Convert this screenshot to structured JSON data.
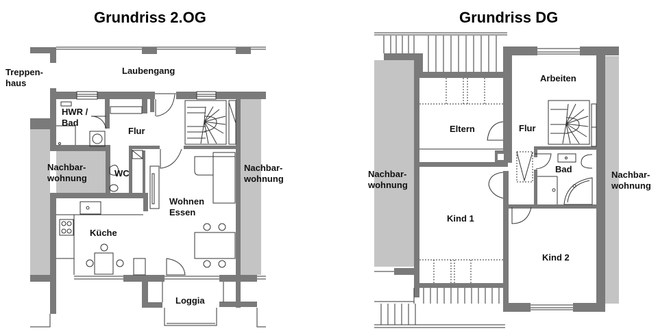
{
  "plans": [
    {
      "title": "Grundriss 2.OG",
      "rooms": {
        "treppenhaus": "Treppen-\nhaus",
        "laubengang": "Laubengang",
        "hwr_bad": "HWR /\nBad",
        "flur": "Flur",
        "wc": "WC",
        "nachbar_left": "Nachbar-\nwohnung",
        "nachbar_right": "Nachbar-\nwohnung",
        "wohnen_essen": "Wohnen\nEssen",
        "kueche": "Küche",
        "loggia": "Loggia"
      }
    },
    {
      "title": "Grundriss DG",
      "rooms": {
        "arbeiten": "Arbeiten",
        "eltern": "Eltern",
        "flur": "Flur",
        "bad": "Bad",
        "kind1": "Kind 1",
        "kind2": "Kind 2",
        "nachbar_left": "Nachbar-\nwohnung",
        "nachbar_right": "Nachbar-\nwohnung"
      }
    }
  ],
  "colors": {
    "wall": "#7a7a7a",
    "neighbor": "#c4c4c4",
    "line": "#333333",
    "background": "#ffffff"
  }
}
